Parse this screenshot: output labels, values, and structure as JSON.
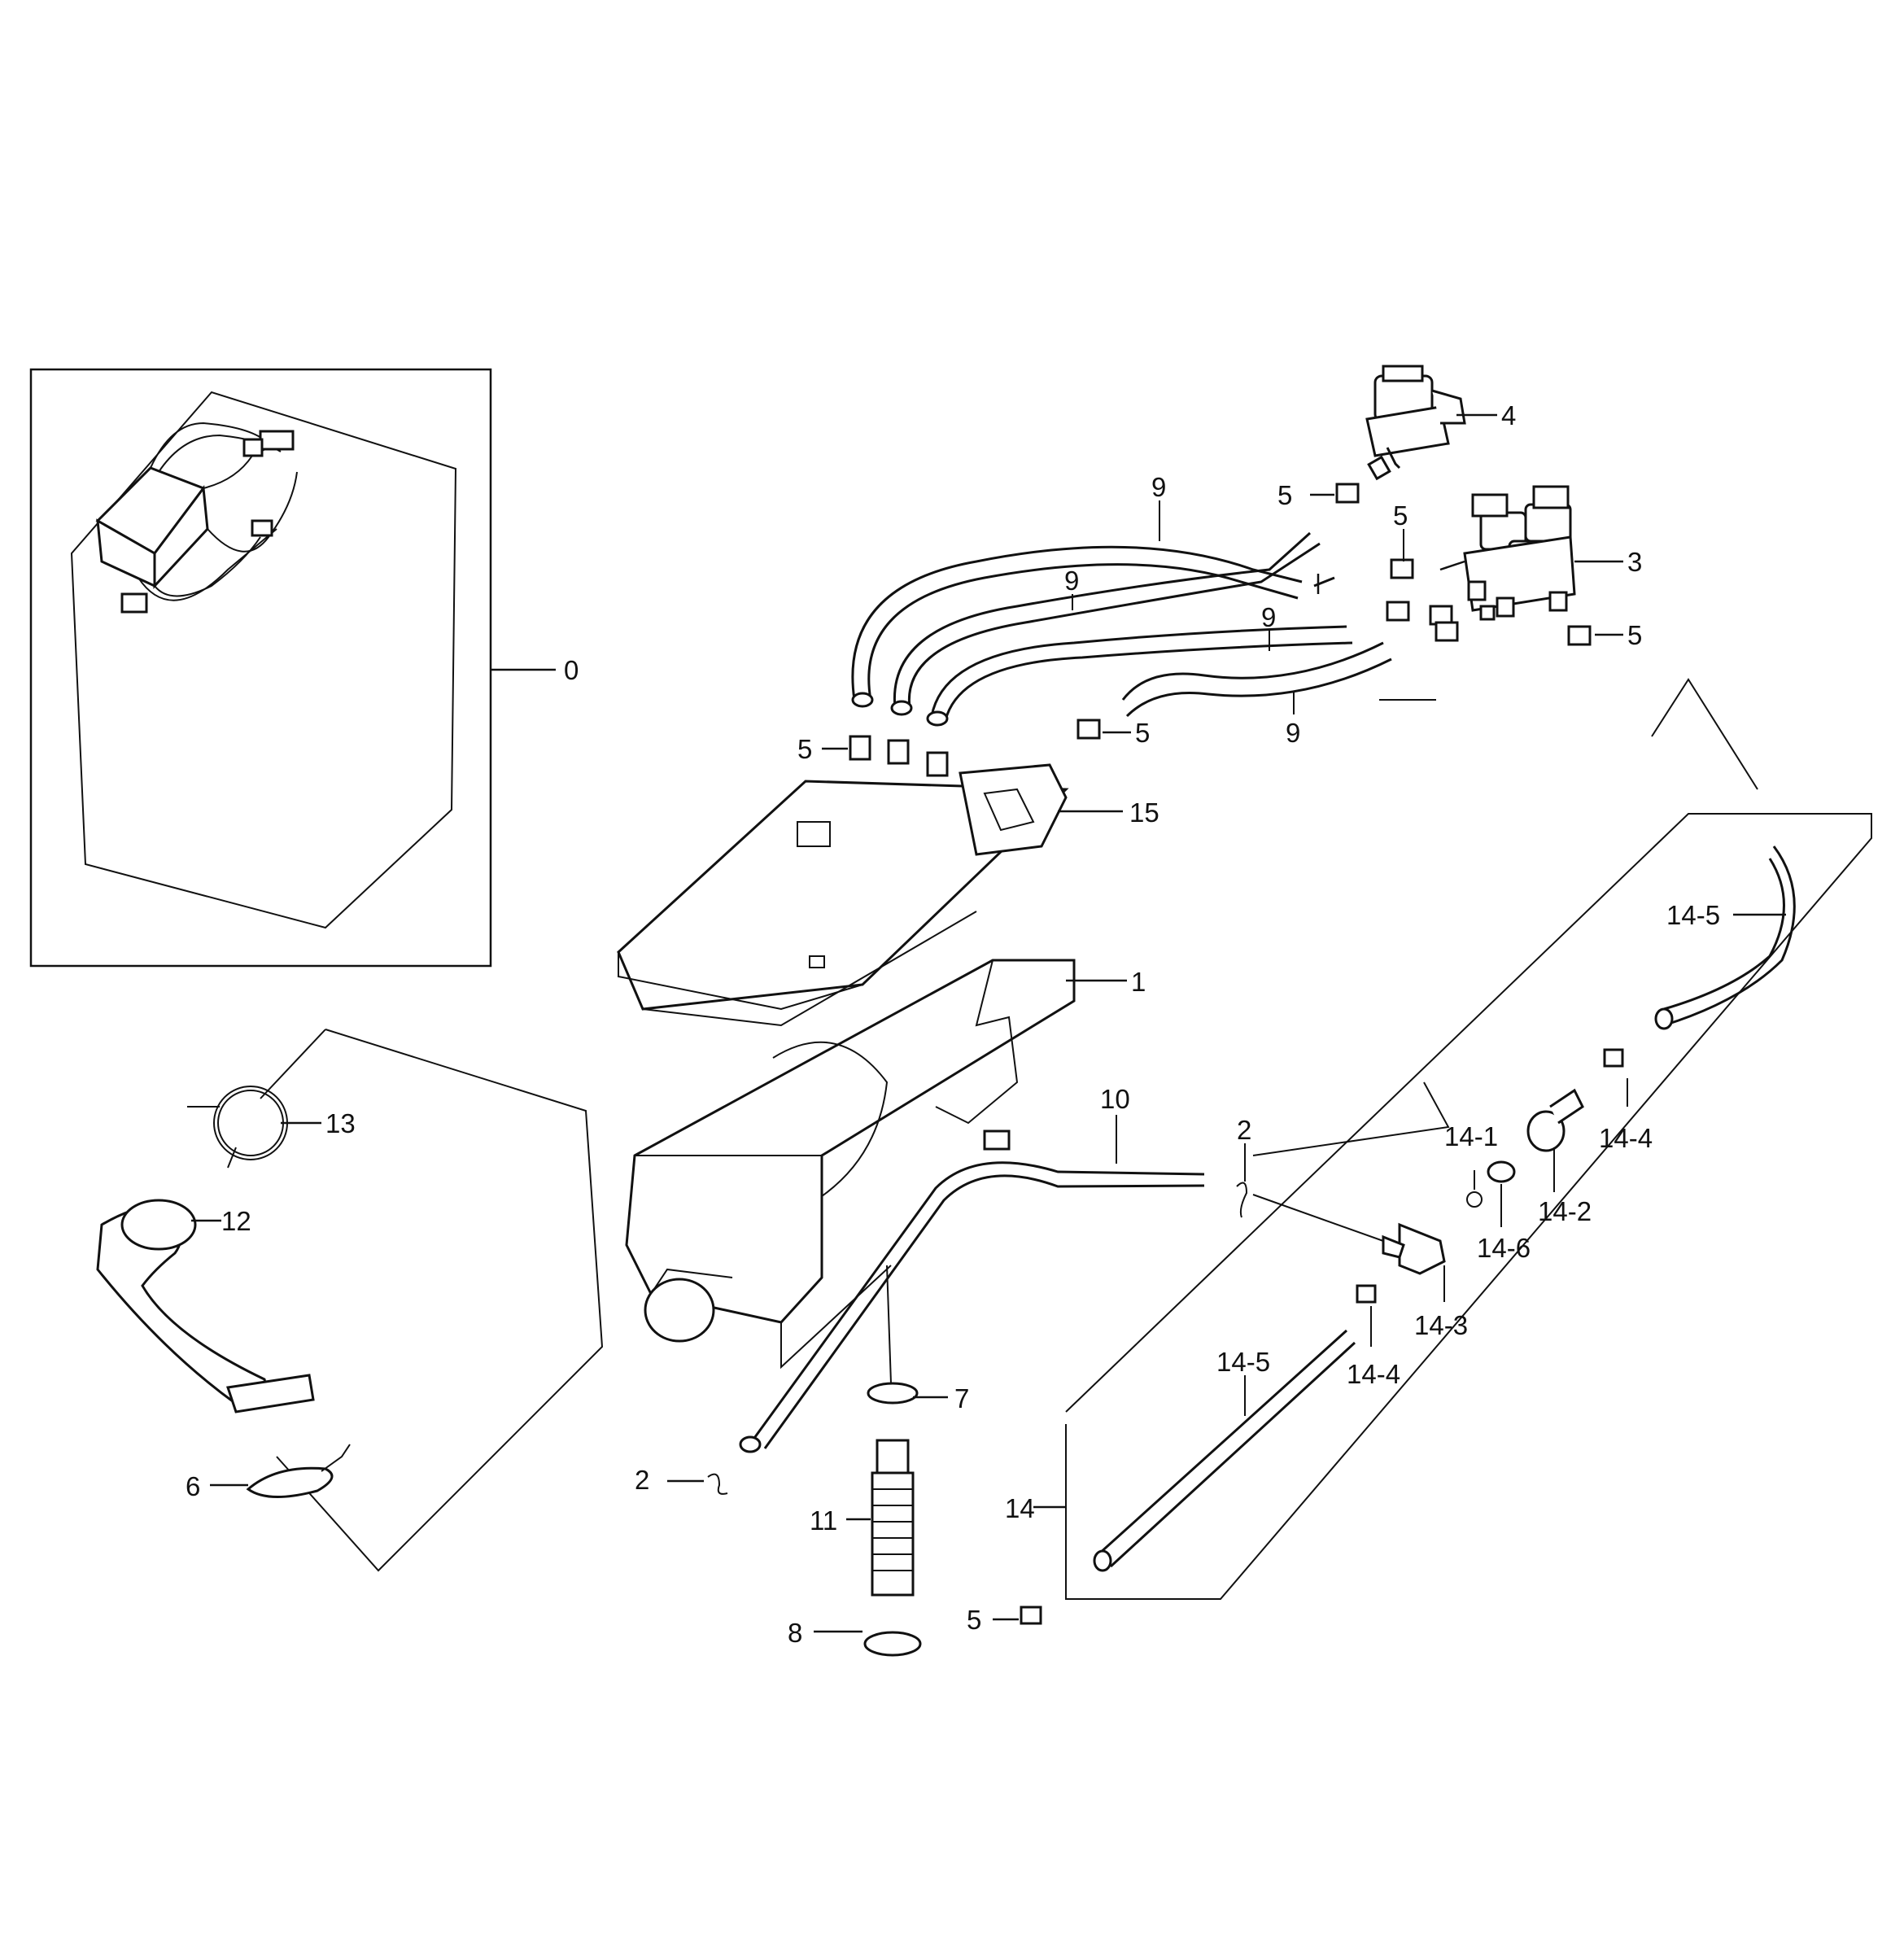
{
  "labels": {
    "p0": "0",
    "p1": "1",
    "p2a": "2",
    "p2b": "2",
    "p3": "3",
    "p4": "4",
    "p5a": "5",
    "p5b": "5",
    "p5c": "5",
    "p5d": "5",
    "p5e": "5",
    "p5f": "5",
    "p6": "6",
    "p7": "7",
    "p8": "8",
    "p9a": "9",
    "p9b": "9",
    "p9c": "9",
    "p9d": "9",
    "p10": "10",
    "p11": "11",
    "p12": "12",
    "p13": "13",
    "p14": "14",
    "p14_1": "14-1",
    "p14_2": "14-2",
    "p14_3": "14-3",
    "p14_4a": "14-4",
    "p14_4b": "14-4",
    "p14_5a": "14-5",
    "p14_5b": "14-5",
    "p14_6": "14-6",
    "p15": "15"
  }
}
